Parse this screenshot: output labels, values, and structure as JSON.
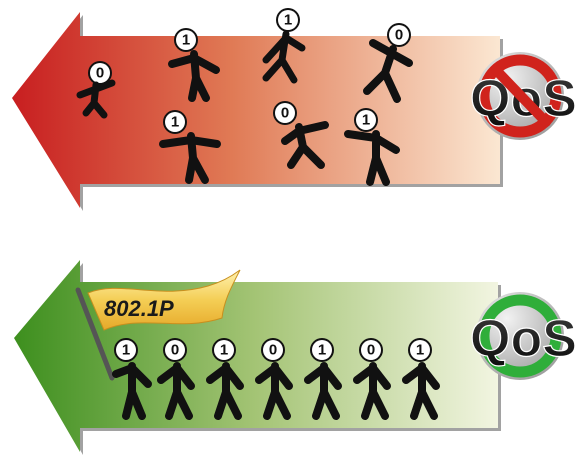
{
  "top_panel": {
    "bits": [
      "0",
      "1",
      "1",
      "0",
      "1",
      "0",
      "1"
    ],
    "badge_text": "QoS",
    "badge_state": "prohibited",
    "colors": {
      "arrow_start": "#c81e20",
      "arrow_end": "#f7d6b4",
      "sign": "#d0231c"
    }
  },
  "bottom_panel": {
    "flag_label": "802.1P",
    "bits": [
      "1",
      "0",
      "1",
      "0",
      "1",
      "0",
      "1"
    ],
    "badge_text": "QoS",
    "badge_state": "enabled",
    "colors": {
      "arrow_start": "#3d8f1e",
      "arrow_end": "#eef3d6",
      "ring": "#2fae3a",
      "flag": "#f4ce55"
    }
  }
}
